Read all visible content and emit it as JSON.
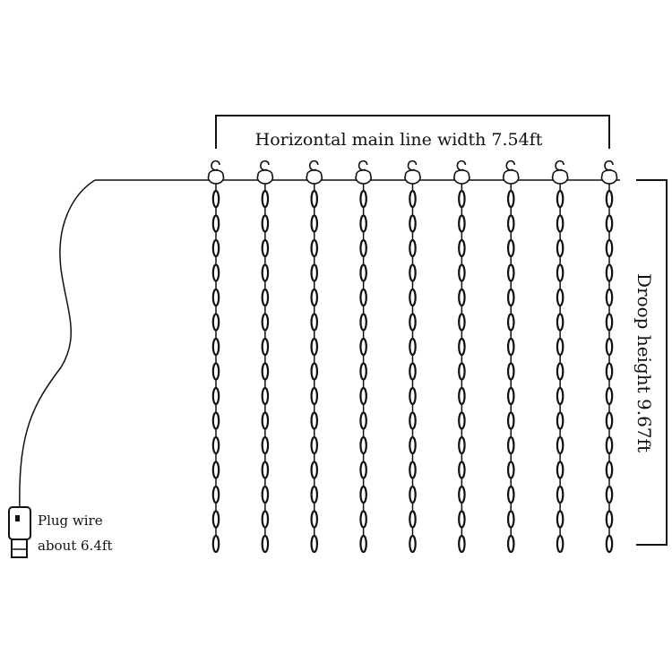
{
  "labels": {
    "width": "Horizontal main line width 7.54ft",
    "height": "Droop height 9.67ft",
    "plug_line1": "Plug wire",
    "plug_line2": "about 6.4ft"
  },
  "strands": {
    "count": 9,
    "bulbs_per_strand": 15
  },
  "colors": {
    "line": "#111111",
    "background": "#ffffff"
  },
  "icons": {
    "hook": "hook-icon",
    "bulb": "bulb-icon",
    "plug": "usb-plug-icon"
  }
}
